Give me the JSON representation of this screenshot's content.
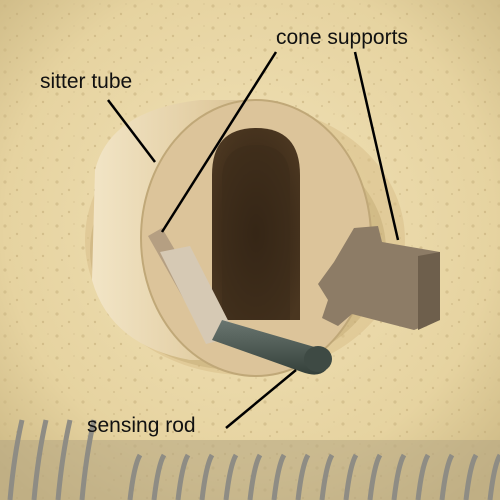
{
  "labels": {
    "sitter_tube": "sitter tube",
    "cone_supports": "cone supports",
    "sensing_rod": "sensing rod"
  },
  "colors": {
    "firebrick": "#ecdcae",
    "tube": "#e6d3a8",
    "opening": "#3a2a18",
    "cone_support": "#8a7a66",
    "sensing_rod": "#4a5650",
    "heating_element": "#9a9a92",
    "annotation_line": "#000000"
  }
}
